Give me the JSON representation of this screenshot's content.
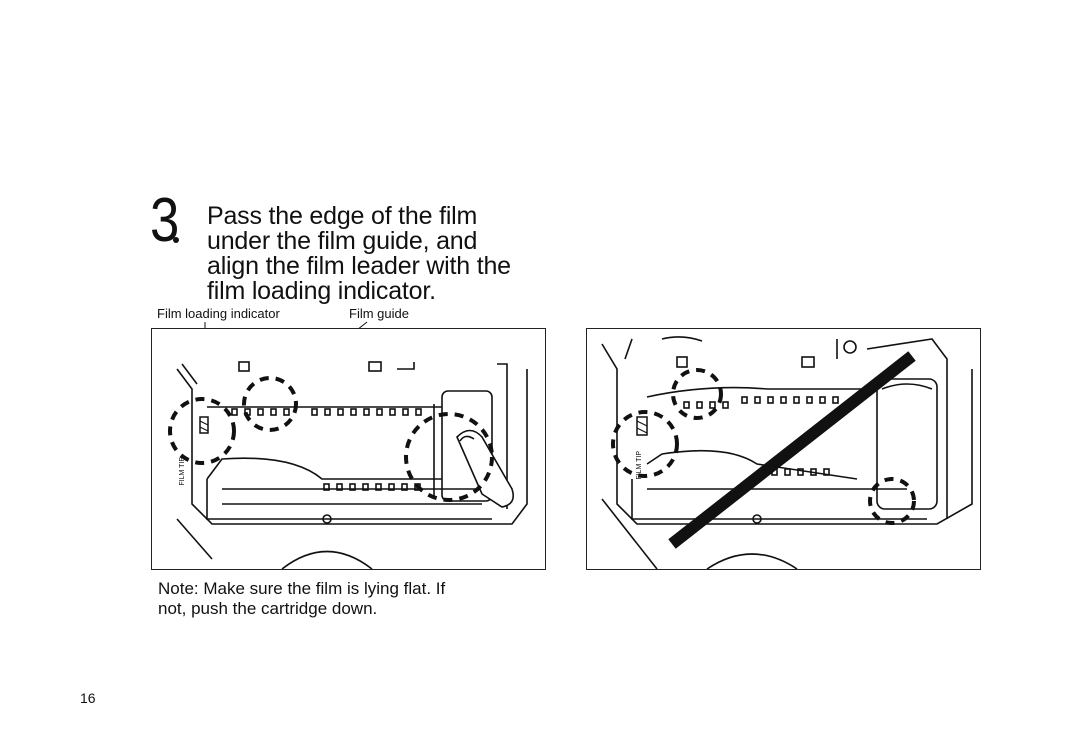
{
  "step": {
    "number": "3",
    "lines": [
      "Pass the edge of the film",
      "under the film guide, and",
      "align the film leader with the",
      "film loading indicator."
    ]
  },
  "callouts": {
    "film_loading_indicator": "Film loading indicator",
    "film_guide": "Film guide"
  },
  "figure_labels": {
    "left_tip": "FILM TIP",
    "right_tip": "FILM TIP"
  },
  "note": {
    "lines": [
      "Note: Make sure the film is lying flat. If",
      "not, push the cartridge down."
    ]
  },
  "page_number": "16"
}
